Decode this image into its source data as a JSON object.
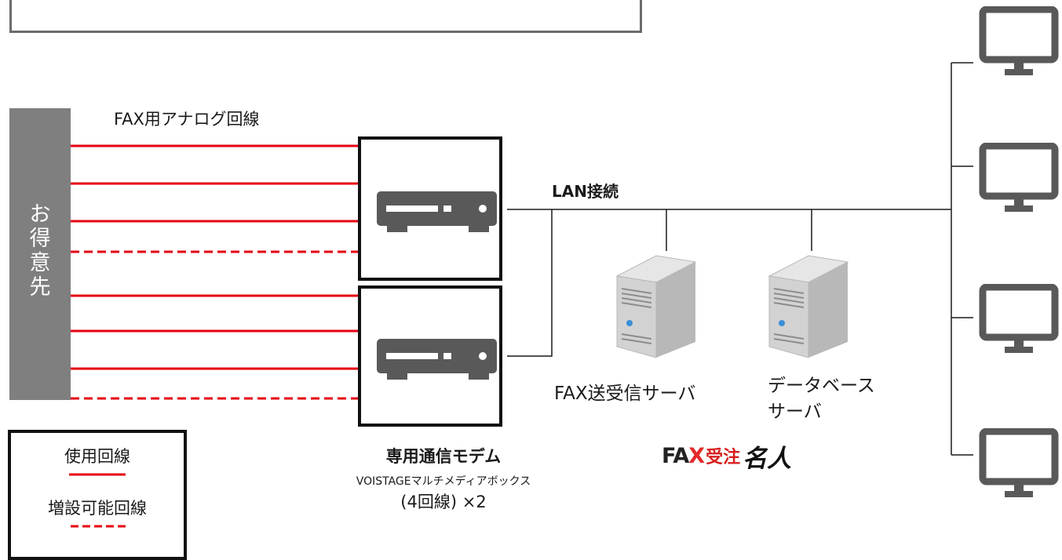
{
  "customer": {
    "label": "お\n得\n意\n先"
  },
  "lines": {
    "analog_label": "FAX用アナログ回線",
    "color": "#e60012"
  },
  "network": {
    "lan_label": "LAN接続"
  },
  "servers": {
    "fax": {
      "label": "FAX送受信サーバ",
      "icon": "server-tower-icon"
    },
    "database": {
      "label": "データベース\nサーバ",
      "icon": "server-tower-icon"
    }
  },
  "modem": {
    "title": "専用通信モデム",
    "model": "VOISTAGEマルチメディアボックス",
    "lines": "(4回線) ×2",
    "icon": "modem-device-icon"
  },
  "legend": {
    "used_label": "使用回線",
    "expandable_label": "増設可能回線"
  },
  "brand": {
    "fax": "FA",
    "accent": "X",
    "word": "受注",
    "script": "名人"
  },
  "clients": {
    "count": 4,
    "icon": "monitor-icon"
  },
  "colors": {
    "line_red": "#e60012",
    "device_gray": "#595959",
    "customer_gray": "#7f7f7f"
  }
}
